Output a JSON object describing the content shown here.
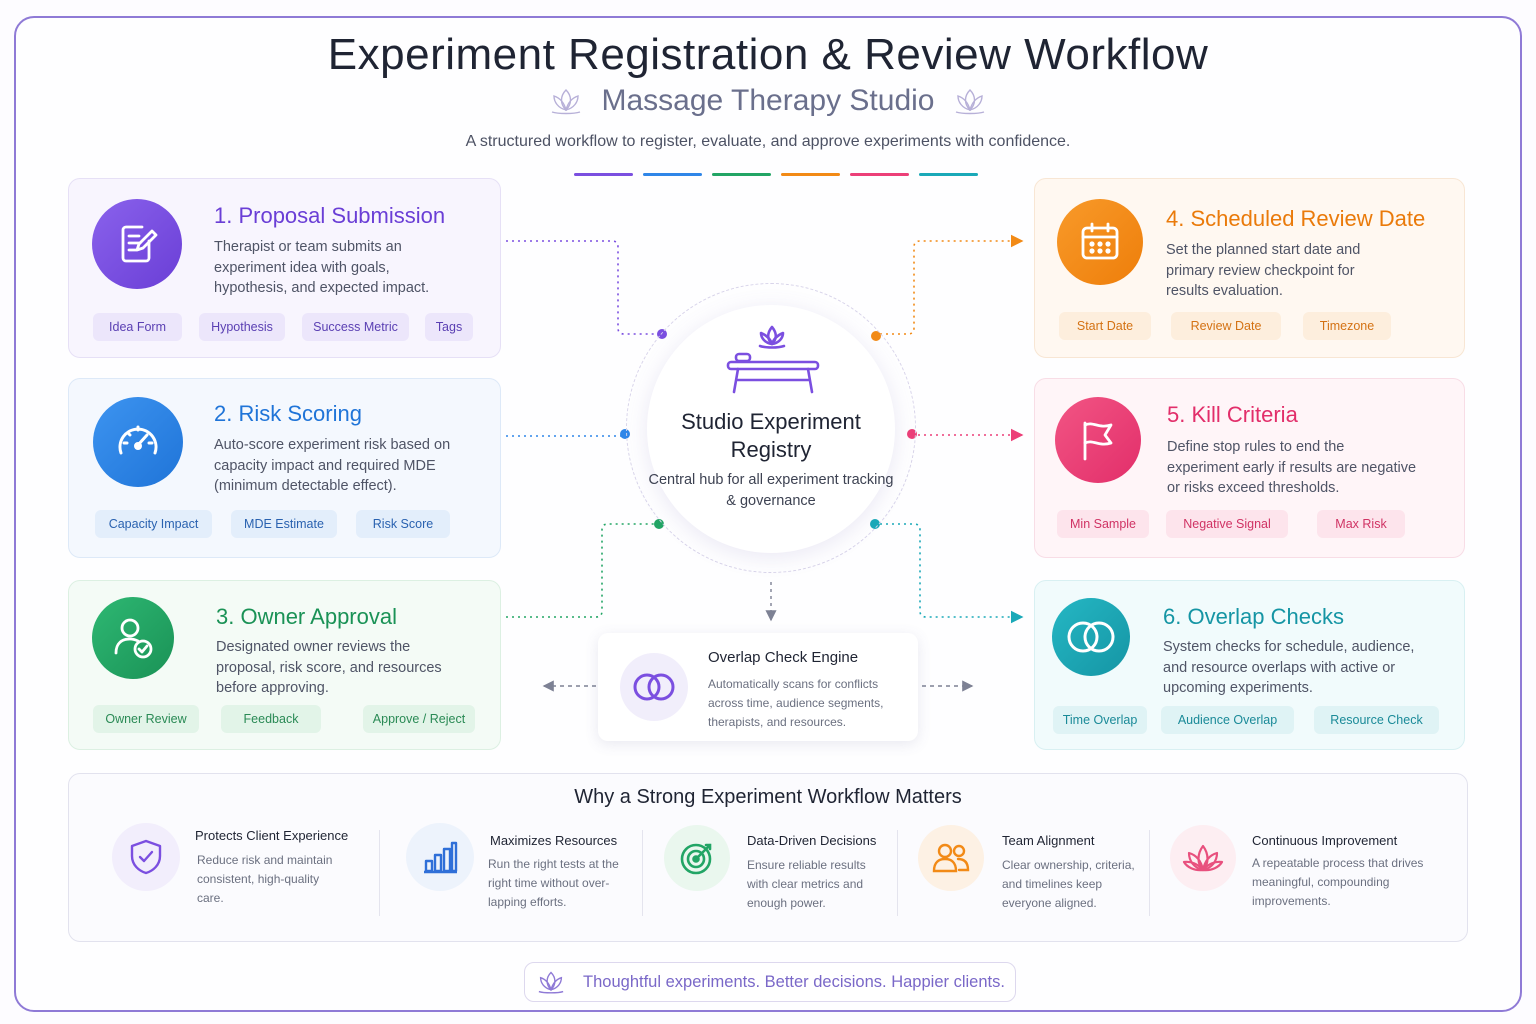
{
  "header": {
    "title": "Experiment Registration & Review Workflow",
    "subtitle": "Massage Therapy Studio",
    "tagline": "A structured workflow to register, evaluate, and approve experiments with confidence."
  },
  "colors": {
    "purple": "#7b4fe0",
    "blue": "#2f86e8",
    "green": "#22a565",
    "orange": "#f28a16",
    "pink": "#ec3f78",
    "teal": "#1aa9b8"
  },
  "steps": [
    {
      "title": "1. Proposal Submission",
      "icon": "document-edit-icon",
      "description": "Therapist or team submits an experiment idea with goals, hypothesis, and expected impact.",
      "chips": [
        "Idea Form",
        "Hypothesis",
        "Success Metric",
        "Tags"
      ]
    },
    {
      "title": "2. Risk Scoring",
      "icon": "gauge-icon",
      "description": "Auto-score experiment risk based on capacity impact and required MDE (minimum detectable effect).",
      "chips": [
        "Capacity Impact",
        "MDE Estimate",
        "Risk Score"
      ]
    },
    {
      "title": "3. Owner Approval",
      "icon": "user-check-icon",
      "description": "Designated owner reviews the proposal, risk score, and resources before approving.",
      "chips": [
        "Owner Review",
        "Feedback",
        "Approve / Reject"
      ]
    },
    {
      "title": "4. Scheduled Review Date",
      "icon": "calendar-icon",
      "description": "Set the planned start date and primary review checkpoint for results evaluation.",
      "chips": [
        "Start Date",
        "Review Date",
        "Timezone"
      ]
    },
    {
      "title": "5. Kill Criteria",
      "icon": "flag-icon",
      "description": "Define stop rules to end the experiment early if results are negative or risks exceed thresholds.",
      "chips": [
        "Min Sample",
        "Negative Signal",
        "Max Risk"
      ]
    },
    {
      "title": "6. Overlap Checks",
      "icon": "overlap-circles-icon",
      "description": "System checks for schedule, audience, and resource overlaps with active or upcoming experiments.",
      "chips": [
        "Time Overlap",
        "Audience Overlap",
        "Resource Check"
      ]
    }
  ],
  "hub": {
    "title": "Studio Experiment Registry",
    "description": "Central hub for all experiment tracking & governance",
    "icon": "massage-table-icon"
  },
  "engine": {
    "title": "Overlap Check Engine",
    "description": "Automatically scans for conflicts across time, audience segments, therapists, and resources."
  },
  "why": {
    "title": "Why a Strong Experiment Workflow Matters",
    "items": [
      {
        "title": "Protects Client Experience",
        "description": "Reduce risk and maintain consistent, high-quality care.",
        "icon": "shield-check-icon"
      },
      {
        "title": "Maximizes Resources",
        "description": "Run the right tests at the right time without over-lapping efforts.",
        "icon": "bar-chart-icon"
      },
      {
        "title": "Data-Driven Decisions",
        "description": "Ensure reliable results with clear metrics and enough power.",
        "icon": "target-icon"
      },
      {
        "title": "Team Alignment",
        "description": "Clear ownership, criteria, and timelines keep everyone aligned.",
        "icon": "team-icon"
      },
      {
        "title": "Continuous Improvement",
        "description": "A repeatable process that drives meaningful, compounding improvements.",
        "icon": "lotus-icon"
      }
    ]
  },
  "footer": {
    "text": "Thoughtful experiments. Better decisions. Happier clients."
  }
}
